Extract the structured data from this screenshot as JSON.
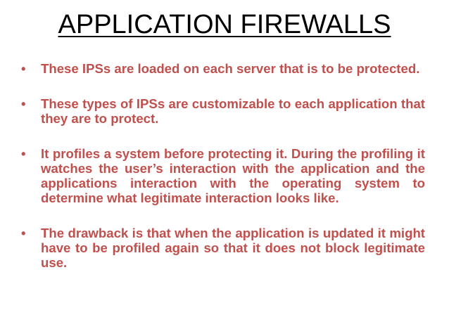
{
  "slide": {
    "title": "APPLICATION FIREWALLS",
    "bullet_symbol": "•",
    "bullets": [
      {
        "text": "These IPSs are loaded on each server that is to be protected.",
        "color": "#c0504d"
      },
      {
        "text": "These types of IPSs are customizable to each application that they are to protect.",
        "color": "#c0504d"
      },
      {
        "text": "It profiles a system before protecting it. During the profiling it watches the user’s interaction with the application and the applications interaction with the operating system to determine what legitimate interaction looks like.",
        "color": "#c0504d"
      },
      {
        "text": "The drawback is that when the application is updated it might have to be profiled again so that it does not block legitimate use.",
        "color": "#c0504d"
      }
    ]
  }
}
